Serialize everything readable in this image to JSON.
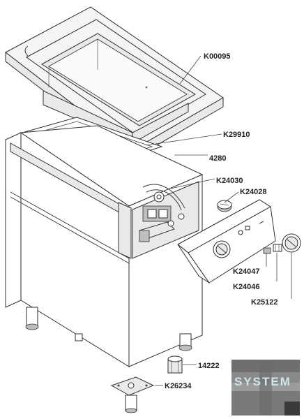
{
  "parts": [
    {
      "code": "K00095"
    },
    {
      "code": "K29910"
    },
    {
      "code": "4280"
    },
    {
      "code": "K24030"
    },
    {
      "code": "K24028"
    },
    {
      "code": "K24047"
    },
    {
      "code": "K24046"
    },
    {
      "code": "K25122"
    },
    {
      "code": "14222"
    },
    {
      "code": "K26234"
    }
  ],
  "logo": {
    "text": "SYSTEM",
    "colors": {
      "bg": "#8a8a8a",
      "text": "#cfe6ea"
    }
  }
}
